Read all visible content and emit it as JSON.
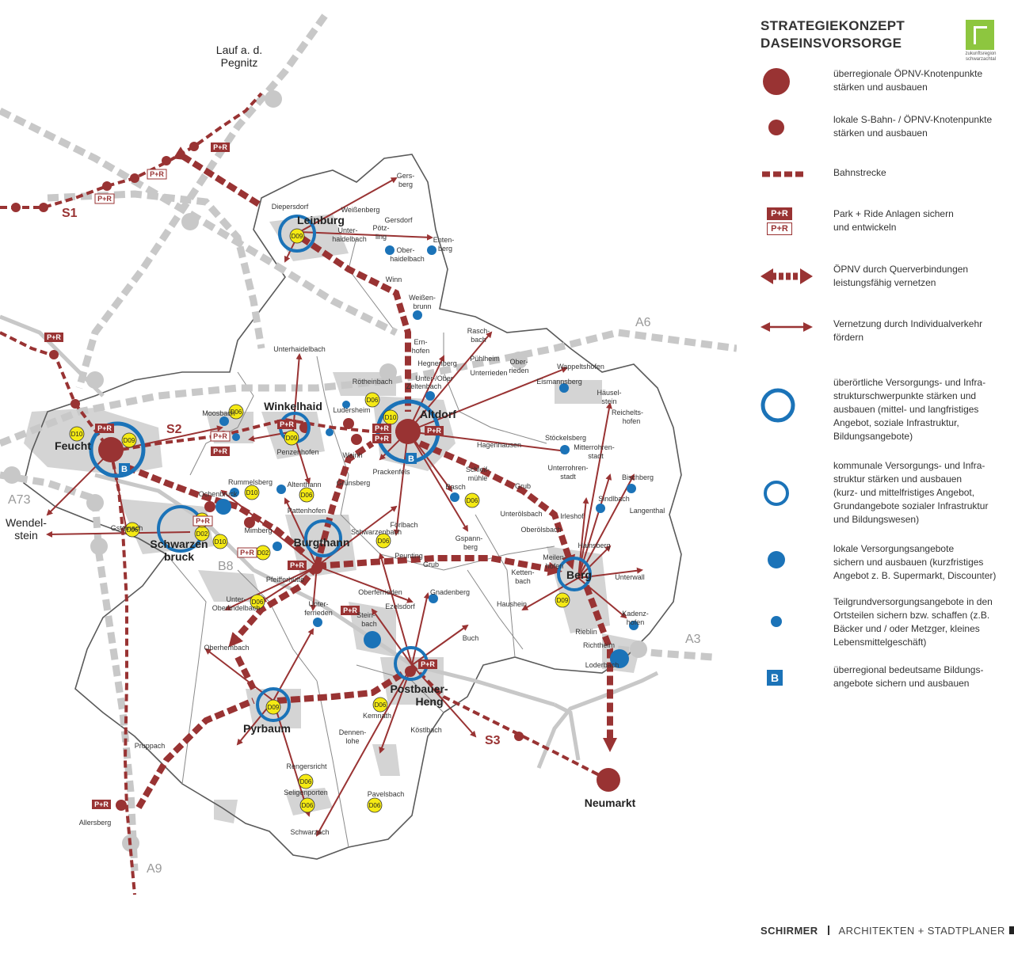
{
  "map": {
    "places": {
      "lauf": "Lauf a. d.",
      "lauf2": "Pegnitz",
      "leinburg": "Leinburg",
      "winkelhaid": "Winkelhaid",
      "altdorf": "Altdorf",
      "feucht": "Feucht",
      "wendelstein": "Wendel-",
      "wendelstein2": "stein",
      "schwarzenbruck": "Schwarzen",
      "schwarzenbruck2": "bruck",
      "burgthann": "Burgthann",
      "berg": "Berg",
      "postbauer": "Postbauer-",
      "postbauer2": "Heng",
      "pyrbaum": "Pyrbaum",
      "neumarkt": "Neumarkt"
    },
    "villages": [
      "Gers-",
      "berg",
      "Diepersdorf",
      "Weißenberg",
      "Gersdorf",
      "Unter-",
      "haidelbach",
      "Pötz-",
      "ling",
      "Enten-",
      "berg",
      "Ober-",
      "haidelbach",
      "Winn",
      "Weißen-",
      "brunn",
      "Rasch-",
      "bach",
      "Ern-",
      "hofen",
      "Hegnenberg",
      "Pühlheim",
      "Ober-",
      "rieden",
      "Wappeltshofen",
      "Unter-/Ober",
      "Rötheinbach",
      "Unterrieden",
      "Eismannsberg",
      "Häusel-",
      "stein",
      "Reichelts-",
      "hofen",
      "Unterhaidelbach",
      "Zeltenbach",
      "Ludersheim",
      "Moosbach",
      "Penzenhofen",
      "Weinh",
      "Prackenfels",
      "Hagenhausen",
      "Stöckelsberg",
      "Mitterrohren-",
      "stadt",
      "Unterrohren-",
      "stadt",
      "Bischberg",
      "Sindlbach",
      "Langenthal",
      "Rummelsberg",
      "Altenthann",
      "Grünsberg",
      "Rasch",
      "Schleif-",
      "mühle",
      "Grub",
      "Unterölsbach",
      "Oberölsbach",
      "Irleshof",
      "Ochenbruck",
      "Gsteinach",
      "Pattenhofen",
      "Mimberg",
      "Schwarzenbach",
      "Förlbach",
      "Gspann-",
      "berg",
      "Hainsberg",
      "Meilen-",
      "hofen",
      "Unterwall",
      "Pfeifferhütte",
      "Peunting",
      "Ketten-",
      "bach",
      "Unter-",
      "Oberlindelbach",
      "Oberferrieden",
      "Ezelsdorf",
      "Grub",
      "Gnadenberg",
      "Unter-",
      "ferrieden",
      "Stein-",
      "bach",
      "Haushein",
      "Rieblin",
      "Richtheim",
      "Kadenz-",
      "hofen",
      "Loderbach",
      "Oberhembach",
      "Buch",
      "Kemnath",
      "Dennen-",
      "lohe",
      "Köstlbach",
      "Pruppach",
      "Rengersricht",
      "Seligenporten",
      "Pavelsbach",
      "Schwarzach",
      "Allersberg"
    ],
    "routes": {
      "s1": "S1",
      "s2": "S2",
      "s3": "S3",
      "a3": "A3",
      "a6": "A6",
      "a9": "A9",
      "a73": "A73",
      "b8": "B8"
    },
    "park_ride": "P+R",
    "school_marker": "B",
    "codes": [
      "D09",
      "D10",
      "D06",
      "D02"
    ]
  },
  "legend": {
    "title": "STRATEGIEKONZEPT",
    "title2": "DASEINSVORSORGE",
    "logo_text": "zukunftsregion",
    "logo_text2": "schwarzachtal",
    "items": [
      {
        "text": "überregionale ÖPNV-Knotenpunkte",
        "text2": "stärken und ausbauen"
      },
      {
        "text": "lokale S-Bahn- / ÖPNV-Knotenpunkte",
        "text2": "stärken und ausbauen"
      },
      {
        "text": "Bahnstrecke",
        "text2": ""
      },
      {
        "text": "Park + Ride Anlagen sichern",
        "text2": "und entwickeln"
      },
      {
        "text": "ÖPNV durch Querverbindungen",
        "text2": "leistungsfähig vernetzen"
      },
      {
        "text": "Vernetzung durch Individualverkehr",
        "text2": "fördern"
      },
      {
        "text": "überörtliche Versorgungs- und Infra-",
        "text2": "strukturschwerpunkte stärken und",
        "text3": "ausbauen (mittel- und langfristiges",
        "text4": "Angebot, soziale Infrastruktur,",
        "text5": "Bildungsangebote)"
      },
      {
        "text": "kommunale Versorgungs- und Infra-",
        "text2": "struktur stärken und ausbauen",
        "text3": "(kurz- und mittelfristiges Angebot,",
        "text4": "Grundangebote sozialer Infrastruktur",
        "text5": "und Bildungswesen)"
      },
      {
        "text": "lokale Versorgungsangebote",
        "text2": "sichern und ausbauen (kurzfristiges",
        "text3": "Angebot z. B. Supermarkt, Discounter)"
      },
      {
        "text": "Teilgrundversorgungsangebote in den",
        "text2": "Ortsteilen sichern bzw. schaffen (z.B.",
        "text3": "Bäcker und / oder Metzger, kleines",
        "text4": "Lebensmittelgeschäft)"
      },
      {
        "text": "überregional bedeutsame Bildungs-",
        "text2": "angebote sichern und ausbauen"
      }
    ]
  },
  "footer": {
    "firm": "SCHIRMER",
    "subtitle": "ARCHITEKTEN + STADTPLANER"
  },
  "colors": {
    "rail_red": "#993333",
    "accent_blue": "#1b73b8",
    "highway_grey": "#c8c8c8",
    "marker_yellow": "#f5ea14"
  }
}
